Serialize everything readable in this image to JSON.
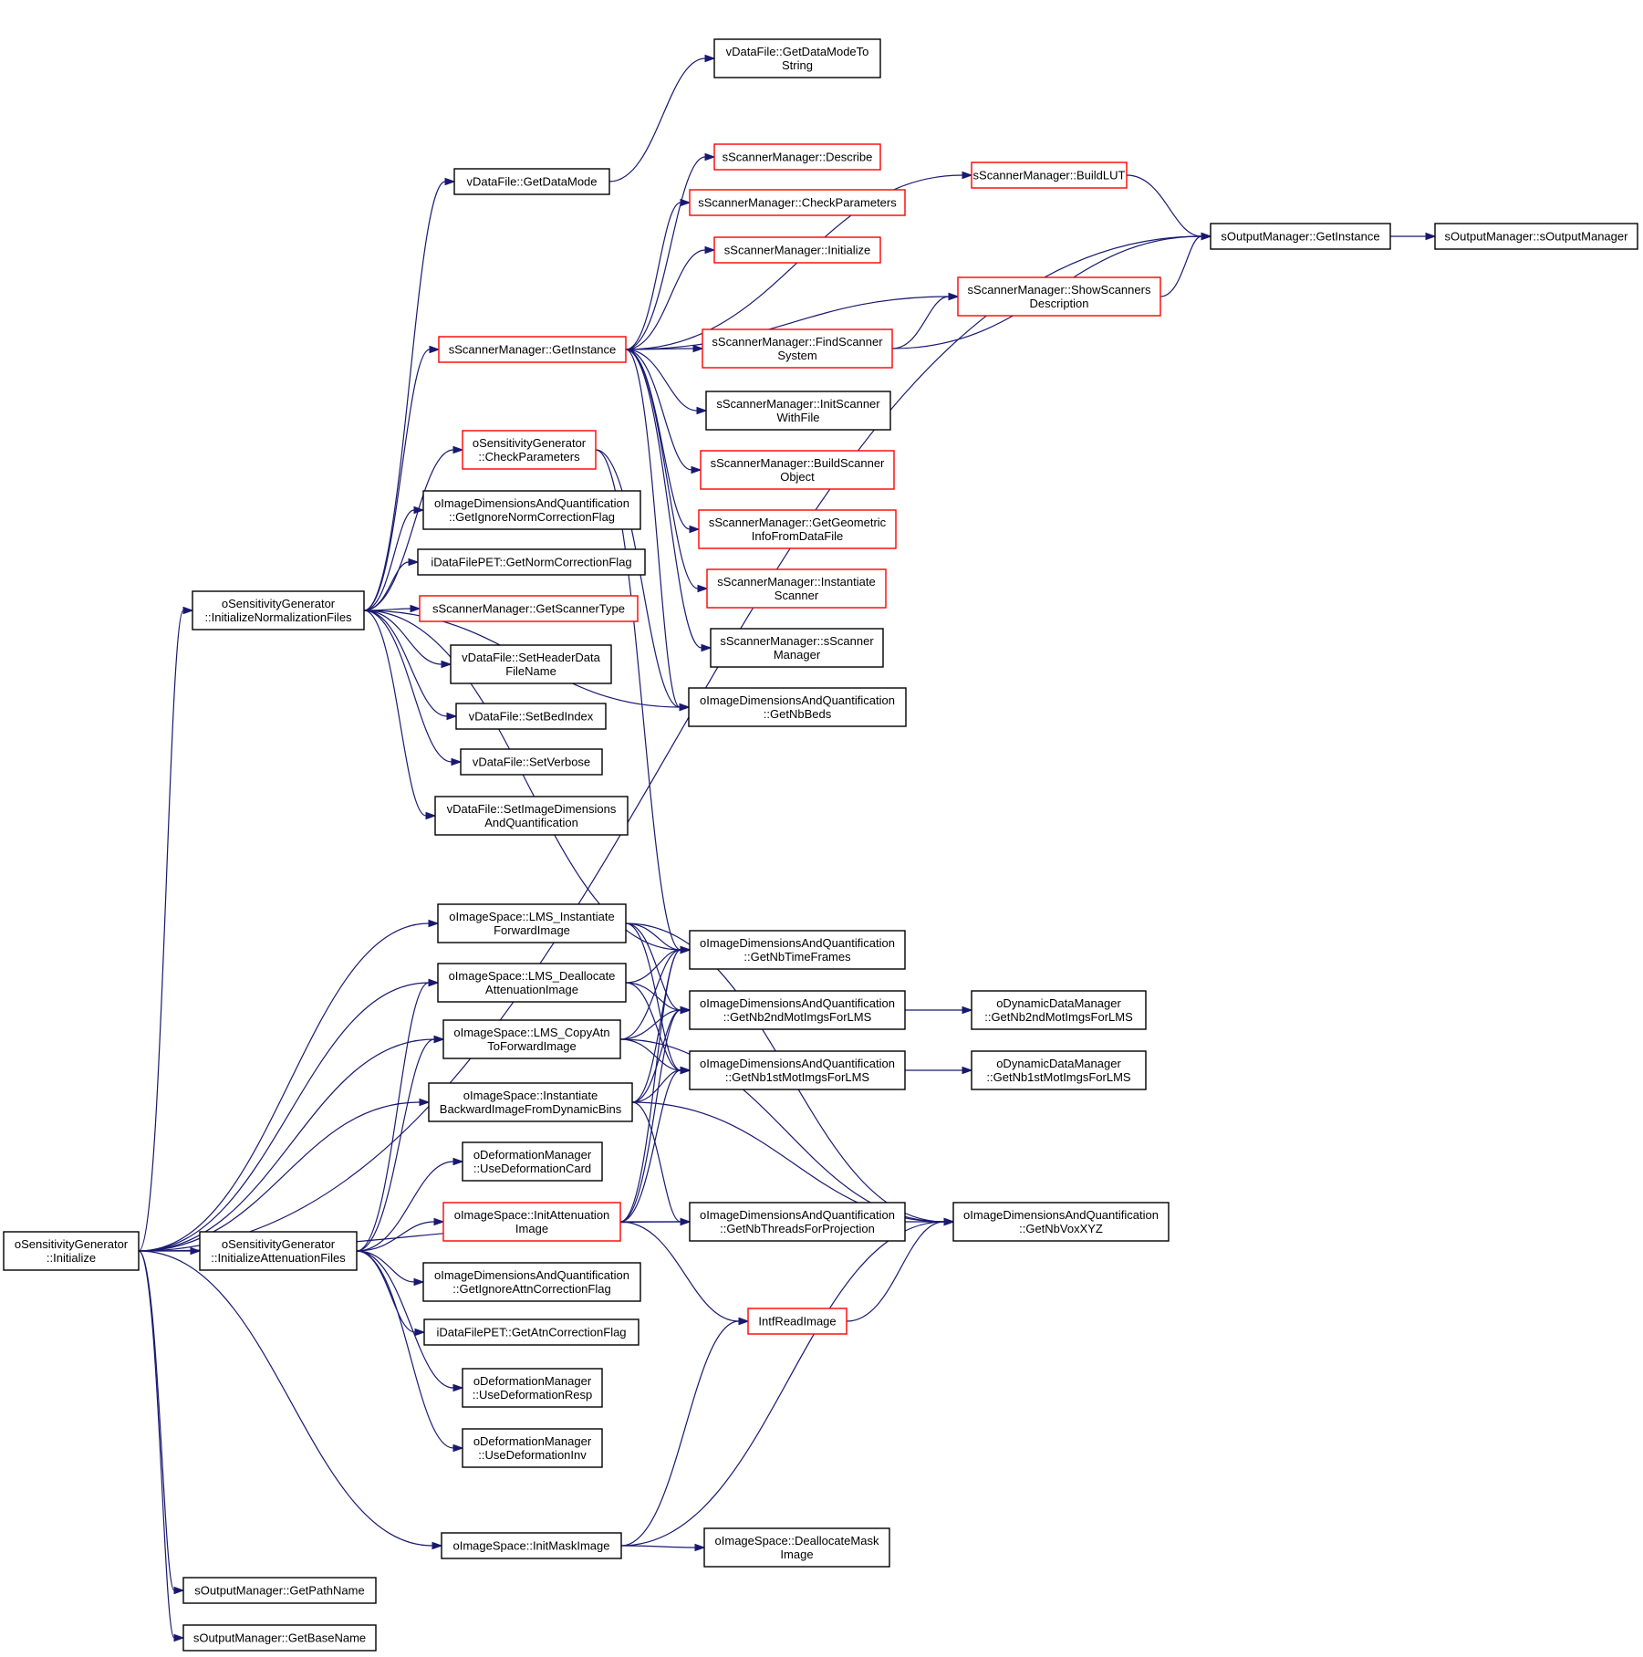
{
  "colors": {
    "edge": "#191970",
    "node_border_black": "#000000",
    "node_border_red": "#ff0000",
    "root_fill": "#bfbfbf",
    "background": "#ffffff"
  },
  "nodes": [
    {
      "id": "root",
      "lines": [
        "oSensitivityGenerator",
        "::Initialize"
      ],
      "border": "black",
      "root": true
    },
    {
      "id": "initNorm",
      "lines": [
        "oSensitivityGenerator",
        "::InitializeNormalizationFiles"
      ],
      "border": "black"
    },
    {
      "id": "initAtt",
      "lines": [
        "oSensitivityGenerator",
        "::InitializeAttenuationFiles"
      ],
      "border": "black"
    },
    {
      "id": "getDataModeToString",
      "lines": [
        "vDataFile::GetDataModeTo",
        "String"
      ],
      "border": "black"
    },
    {
      "id": "getDataMode",
      "lines": [
        "vDataFile::GetDataMode"
      ],
      "border": "black"
    },
    {
      "id": "describe",
      "lines": [
        "sScannerManager::Describe"
      ],
      "border": "red"
    },
    {
      "id": "checkParamsSM",
      "lines": [
        "sScannerManager::CheckParameters"
      ],
      "border": "red"
    },
    {
      "id": "initializeSM",
      "lines": [
        "sScannerManager::Initialize"
      ],
      "border": "red"
    },
    {
      "id": "buildLUT",
      "lines": [
        "sScannerManager::BuildLUT"
      ],
      "border": "red"
    },
    {
      "id": "outGetInstance",
      "lines": [
        "sOutputManager::GetInstance"
      ],
      "border": "black"
    },
    {
      "id": "outCtor",
      "lines": [
        "sOutputManager::sOutputManager"
      ],
      "border": "black"
    },
    {
      "id": "showScanners",
      "lines": [
        "sScannerManager::ShowScanners",
        "Description"
      ],
      "border": "red"
    },
    {
      "id": "smGetInstance",
      "lines": [
        "sScannerManager::GetInstance"
      ],
      "border": "red"
    },
    {
      "id": "findScanner",
      "lines": [
        "sScannerManager::FindScanner",
        "System"
      ],
      "border": "red"
    },
    {
      "id": "initScannerWithFile",
      "lines": [
        "sScannerManager::InitScanner",
        "WithFile"
      ],
      "border": "black"
    },
    {
      "id": "checkParamsSG",
      "lines": [
        "oSensitivityGenerator",
        "::CheckParameters"
      ],
      "border": "red"
    },
    {
      "id": "buildScannerObject",
      "lines": [
        "sScannerManager::BuildScanner",
        "Object"
      ],
      "border": "red"
    },
    {
      "id": "getIgnoreNorm",
      "lines": [
        "oImageDimensionsAndQuantification",
        "::GetIgnoreNormCorrectionFlag"
      ],
      "border": "black"
    },
    {
      "id": "getGeomInfo",
      "lines": [
        "sScannerManager::GetGeometric",
        "InfoFromDataFile"
      ],
      "border": "red"
    },
    {
      "id": "getNormFlag",
      "lines": [
        "iDataFilePET::GetNormCorrectionFlag"
      ],
      "border": "black"
    },
    {
      "id": "instantiateScanner",
      "lines": [
        "sScannerManager::Instantiate",
        "Scanner"
      ],
      "border": "red"
    },
    {
      "id": "getScannerType",
      "lines": [
        "sScannerManager::GetScannerType"
      ],
      "border": "red"
    },
    {
      "id": "smCtor",
      "lines": [
        "sScannerManager::sScanner",
        "Manager"
      ],
      "border": "black"
    },
    {
      "id": "setHeaderDataFileName",
      "lines": [
        "vDataFile::SetHeaderData",
        "FileName"
      ],
      "border": "black"
    },
    {
      "id": "getNbBeds",
      "lines": [
        "oImageDimensionsAndQuantification",
        "::GetNbBeds"
      ],
      "border": "black"
    },
    {
      "id": "setBedIndex",
      "lines": [
        "vDataFile::SetBedIndex"
      ],
      "border": "black"
    },
    {
      "id": "setVerbose",
      "lines": [
        "vDataFile::SetVerbose"
      ],
      "border": "black"
    },
    {
      "id": "setImageDims",
      "lines": [
        "vDataFile::SetImageDimensions",
        "AndQuantification"
      ],
      "border": "black"
    },
    {
      "id": "lmsInstFwd",
      "lines": [
        "oImageSpace::LMS_Instantiate",
        "ForwardImage"
      ],
      "border": "black"
    },
    {
      "id": "getNbTimeFrames",
      "lines": [
        "oImageDimensionsAndQuantification",
        "::GetNbTimeFrames"
      ],
      "border": "black"
    },
    {
      "id": "lmsDeallocAtt",
      "lines": [
        "oImageSpace::LMS_Deallocate",
        "AttenuationImage"
      ],
      "border": "black"
    },
    {
      "id": "getNb2nd",
      "lines": [
        "oImageDimensionsAndQuantification",
        "::GetNb2ndMotImgsForLMS"
      ],
      "border": "black"
    },
    {
      "id": "dyn2nd",
      "lines": [
        "oDynamicDataManager",
        "::GetNb2ndMotImgsForLMS"
      ],
      "border": "black"
    },
    {
      "id": "lmsCopyAtn",
      "lines": [
        "oImageSpace::LMS_CopyAtn",
        "ToForwardImage"
      ],
      "border": "black"
    },
    {
      "id": "getNb1st",
      "lines": [
        "oImageDimensionsAndQuantification",
        "::GetNb1stMotImgsForLMS"
      ],
      "border": "black"
    },
    {
      "id": "dyn1st",
      "lines": [
        "oDynamicDataManager",
        "::GetNb1stMotImgsForLMS"
      ],
      "border": "black"
    },
    {
      "id": "instBwd",
      "lines": [
        "oImageSpace::Instantiate",
        "BackwardImageFromDynamicBins"
      ],
      "border": "black"
    },
    {
      "id": "useDefCard",
      "lines": [
        "oDeformationManager",
        "::UseDeformationCard"
      ],
      "border": "black"
    },
    {
      "id": "initAttImg",
      "lines": [
        "oImageSpace::InitAttenuation",
        "Image"
      ],
      "border": "red"
    },
    {
      "id": "getNbThreads",
      "lines": [
        "oImageDimensionsAndQuantification",
        "::GetNbThreadsForProjection"
      ],
      "border": "black"
    },
    {
      "id": "getNbVoxXYZ",
      "lines": [
        "oImageDimensionsAndQuantification",
        "::GetNbVoxXYZ"
      ],
      "border": "black"
    },
    {
      "id": "getIgnoreAttn",
      "lines": [
        "oImageDimensionsAndQuantification",
        "::GetIgnoreAttnCorrectionFlag"
      ],
      "border": "black"
    },
    {
      "id": "intfReadImage",
      "lines": [
        "IntfReadImage"
      ],
      "border": "red"
    },
    {
      "id": "getAtnFlag",
      "lines": [
        "iDataFilePET::GetAtnCorrectionFlag"
      ],
      "border": "black"
    },
    {
      "id": "useDefResp",
      "lines": [
        "oDeformationManager",
        "::UseDeformationResp"
      ],
      "border": "black"
    },
    {
      "id": "useDefInv",
      "lines": [
        "oDeformationManager",
        "::UseDeformationInv"
      ],
      "border": "black"
    },
    {
      "id": "initMaskImg",
      "lines": [
        "oImageSpace::InitMaskImage"
      ],
      "border": "black"
    },
    {
      "id": "deallocMask",
      "lines": [
        "oImageSpace::DeallocateMask",
        "Image"
      ],
      "border": "black"
    },
    {
      "id": "getPathName",
      "lines": [
        "sOutputManager::GetPathName"
      ],
      "border": "black"
    },
    {
      "id": "getBaseName",
      "lines": [
        "sOutputManager::GetBaseName"
      ],
      "border": "black"
    }
  ],
  "edges": [
    [
      "root",
      "initNorm"
    ],
    [
      "root",
      "initAtt"
    ],
    [
      "root",
      "outGetInstance"
    ],
    [
      "root",
      "lmsInstFwd"
    ],
    [
      "root",
      "lmsDeallocAtt"
    ],
    [
      "root",
      "lmsCopyAtn"
    ],
    [
      "root",
      "instBwd"
    ],
    [
      "root",
      "getNbThreads"
    ],
    [
      "root",
      "initMaskImg"
    ],
    [
      "root",
      "getPathName"
    ],
    [
      "root",
      "getBaseName"
    ],
    [
      "initNorm",
      "getDataMode"
    ],
    [
      "initNorm",
      "smGetInstance"
    ],
    [
      "initNorm",
      "checkParamsSG"
    ],
    [
      "initNorm",
      "getIgnoreNorm"
    ],
    [
      "initNorm",
      "getNormFlag"
    ],
    [
      "initNorm",
      "getScannerType"
    ],
    [
      "initNorm",
      "setHeaderDataFileName"
    ],
    [
      "initNorm",
      "setBedIndex"
    ],
    [
      "initNorm",
      "setVerbose"
    ],
    [
      "initNorm",
      "setImageDims"
    ],
    [
      "initNorm",
      "getNbBeds"
    ],
    [
      "initNorm",
      "getNbTimeFrames"
    ],
    [
      "getDataMode",
      "getDataModeToString"
    ],
    [
      "smGetInstance",
      "describe"
    ],
    [
      "smGetInstance",
      "checkParamsSM"
    ],
    [
      "smGetInstance",
      "initializeSM"
    ],
    [
      "smGetInstance",
      "buildLUT"
    ],
    [
      "smGetInstance",
      "showScanners"
    ],
    [
      "smGetInstance",
      "findScanner"
    ],
    [
      "smGetInstance",
      "initScannerWithFile"
    ],
    [
      "smGetInstance",
      "buildScannerObject"
    ],
    [
      "smGetInstance",
      "getGeomInfo"
    ],
    [
      "smGetInstance",
      "instantiateScanner"
    ],
    [
      "smGetInstance",
      "smCtor"
    ],
    [
      "smGetInstance",
      "getNbBeds"
    ],
    [
      "buildLUT",
      "outGetInstance"
    ],
    [
      "showScanners",
      "outGetInstance"
    ],
    [
      "outGetInstance",
      "outCtor"
    ],
    [
      "findScanner",
      "showScanners"
    ],
    [
      "findScanner",
      "outGetInstance"
    ],
    [
      "checkParamsSG",
      "getNbBeds"
    ],
    [
      "checkParamsSG",
      "getNbTimeFrames"
    ],
    [
      "lmsInstFwd",
      "getNbTimeFrames"
    ],
    [
      "lmsInstFwd",
      "getNb2nd"
    ],
    [
      "lmsInstFwd",
      "getNb1st"
    ],
    [
      "lmsInstFwd",
      "getNbVoxXYZ"
    ],
    [
      "lmsDeallocAtt",
      "getNbTimeFrames"
    ],
    [
      "lmsDeallocAtt",
      "getNb2nd"
    ],
    [
      "lmsDeallocAtt",
      "getNb1st"
    ],
    [
      "lmsCopyAtn",
      "getNbTimeFrames"
    ],
    [
      "lmsCopyAtn",
      "getNb2nd"
    ],
    [
      "lmsCopyAtn",
      "getNb1st"
    ],
    [
      "lmsCopyAtn",
      "getNbVoxXYZ"
    ],
    [
      "instBwd",
      "getNbTimeFrames"
    ],
    [
      "instBwd",
      "getNb2nd"
    ],
    [
      "instBwd",
      "getNb1st"
    ],
    [
      "instBwd",
      "getNbThreads"
    ],
    [
      "instBwd",
      "getNbVoxXYZ"
    ],
    [
      "getNb2nd",
      "dyn2nd"
    ],
    [
      "getNb1st",
      "dyn1st"
    ],
    [
      "initAtt",
      "lmsDeallocAtt"
    ],
    [
      "initAtt",
      "lmsCopyAtn"
    ],
    [
      "initAtt",
      "useDefCard"
    ],
    [
      "initAtt",
      "initAttImg"
    ],
    [
      "initAtt",
      "getIgnoreAttn"
    ],
    [
      "initAtt",
      "getAtnFlag"
    ],
    [
      "initAtt",
      "useDefResp"
    ],
    [
      "initAtt",
      "useDefInv"
    ],
    [
      "initAttImg",
      "getNbTimeFrames"
    ],
    [
      "initAttImg",
      "getNb2nd"
    ],
    [
      "initAttImg",
      "getNb1st"
    ],
    [
      "initAttImg",
      "getNbVoxXYZ"
    ],
    [
      "initAttImg",
      "intfReadImage"
    ],
    [
      "intfReadImage",
      "getNbVoxXYZ"
    ],
    [
      "initMaskImg",
      "intfReadImage"
    ],
    [
      "initMaskImg",
      "getNbVoxXYZ"
    ],
    [
      "initMaskImg",
      "deallocMask"
    ]
  ]
}
